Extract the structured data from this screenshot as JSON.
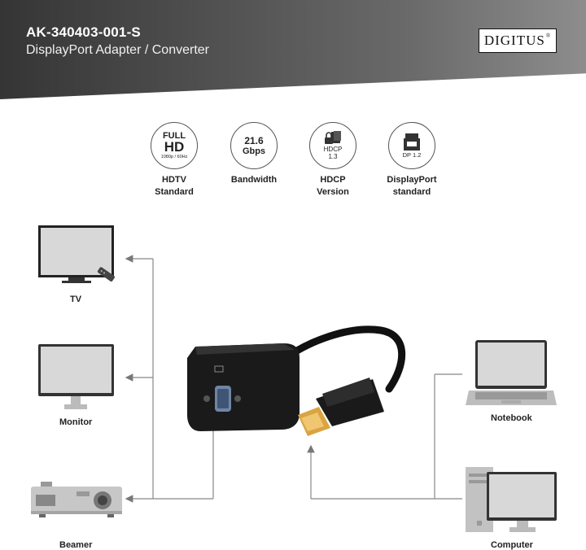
{
  "header": {
    "sku": "AK-340403-001-S",
    "subtitle": "DisplayPort Adapter / Converter",
    "brand": "DIGITUS",
    "brand_mark": "®"
  },
  "features": [
    {
      "icon": "full-hd-icon",
      "line1": "FULL",
      "line2": "HD",
      "line3": "1080p / 60Hz",
      "label1": "HDTV",
      "label2": "Standard"
    },
    {
      "icon": "bandwidth-icon",
      "line1": "21.6",
      "line2": "Gbps",
      "label1": "Bandwidth",
      "label2": ""
    },
    {
      "icon": "hdcp-icon",
      "line1": "HDCP",
      "line2": "1.3",
      "label1": "HDCP",
      "label2": "Version"
    },
    {
      "icon": "displayport-icon",
      "line1": "DP 1.2",
      "label1": "DisplayPort",
      "label2": "standard"
    }
  ],
  "outputs": {
    "tv": "TV",
    "monitor": "Monitor",
    "beamer": "Beamer"
  },
  "inputs": {
    "notebook": "Notebook",
    "computer": "Computer"
  },
  "colors": {
    "header_dark": "#353535",
    "header_light": "#8d8d8d",
    "connector_line": "#777777",
    "device_gray": "#bdbdbd",
    "gold": "#d9a441"
  }
}
